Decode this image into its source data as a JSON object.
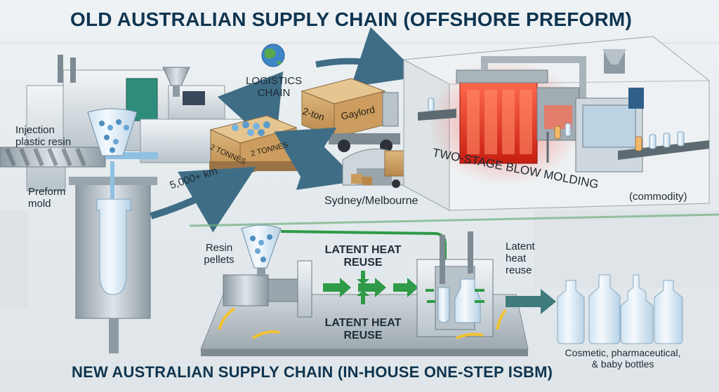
{
  "titles": {
    "old": "OLD AUSTRALIAN SUPPLY CHAIN (OFFSHORE PREFORM)",
    "new": "NEW AUSTRALIAN SUPPLY CHAIN (IN-HOUSE ONE-STEP ISBM)"
  },
  "old_chain": {
    "injection_label": "Injection\nplastic resin",
    "preform_label": "Preform\nmold",
    "distance": "5,000+ km",
    "box_label_a": "2 TONNES",
    "box_label_b": "2 TONNES",
    "logistics": "LOGISTICS\nCHAIN",
    "truck_box_a": "2-ton",
    "truck_box_b": "Gaylord",
    "cities": "Sydney/Melbourne",
    "blow_molding": "TWO-STAGE BLOW MOLDING",
    "commodity": "(commodity)"
  },
  "new_chain": {
    "resin": "Resin\npellets",
    "heat_top": "LATENT HEAT\nREUSE",
    "heat_bottom": "LATENT HEAT\nREUSE",
    "heat_right": "Latent\nheat\nreuse",
    "bottles": "Cosmetic, pharmaceutical,\n& baby bottles"
  },
  "colors": {
    "title": "#0f3550",
    "arrow_blue": "#3f6d86",
    "arrow_green": "#2f9a48",
    "heat_red": "#e8392a",
    "machine_blue": "#2f5f8a",
    "cardboard": "#c89a5c"
  },
  "icons": [
    "globe-icon",
    "truck-icon",
    "warehouse-icon",
    "bottle-icon"
  ]
}
